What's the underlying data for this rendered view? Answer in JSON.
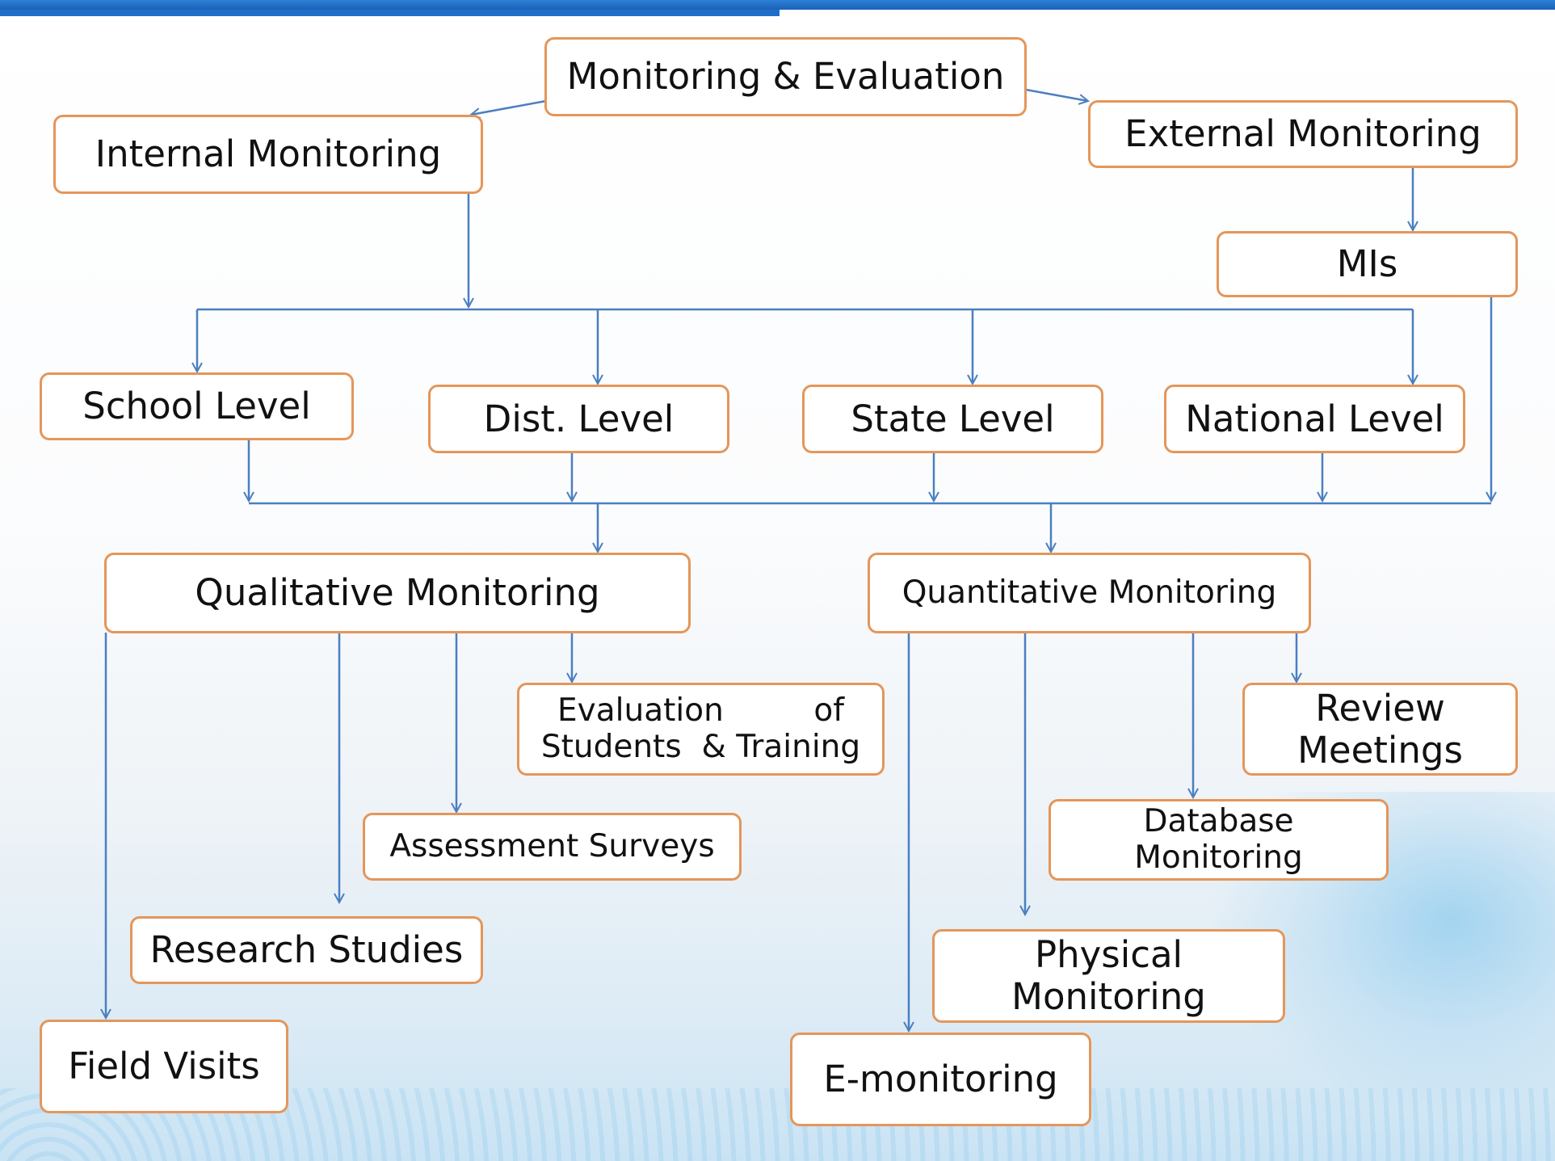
{
  "colors": {
    "box_border": "#e4965a",
    "arrow": "#4a7fc1",
    "top_bar": "#1f6fc9"
  },
  "nodes": {
    "root": "Monitoring & Evaluation",
    "internal": "Internal Monitoring",
    "external": "External Monitoring",
    "mis": "MIs",
    "school": "School Level",
    "dist": "Dist. Level",
    "state": "State Level",
    "national": "National Level",
    "qualitative": "Qualitative Monitoring",
    "quantitative": "Quantitative Monitoring",
    "evaluation_line1": "Evaluation         of",
    "evaluation_line2": "Students  & Training",
    "assessment": "Assessment Surveys",
    "research": "Research Studies",
    "field": "Field Visits",
    "review_line1": "Review",
    "review_line2": "Meetings",
    "database_line1": "Database",
    "database_line2": "Monitoring",
    "physical_line1": "Physical",
    "physical_line2": "Monitoring",
    "emonitoring": "E-monitoring"
  }
}
